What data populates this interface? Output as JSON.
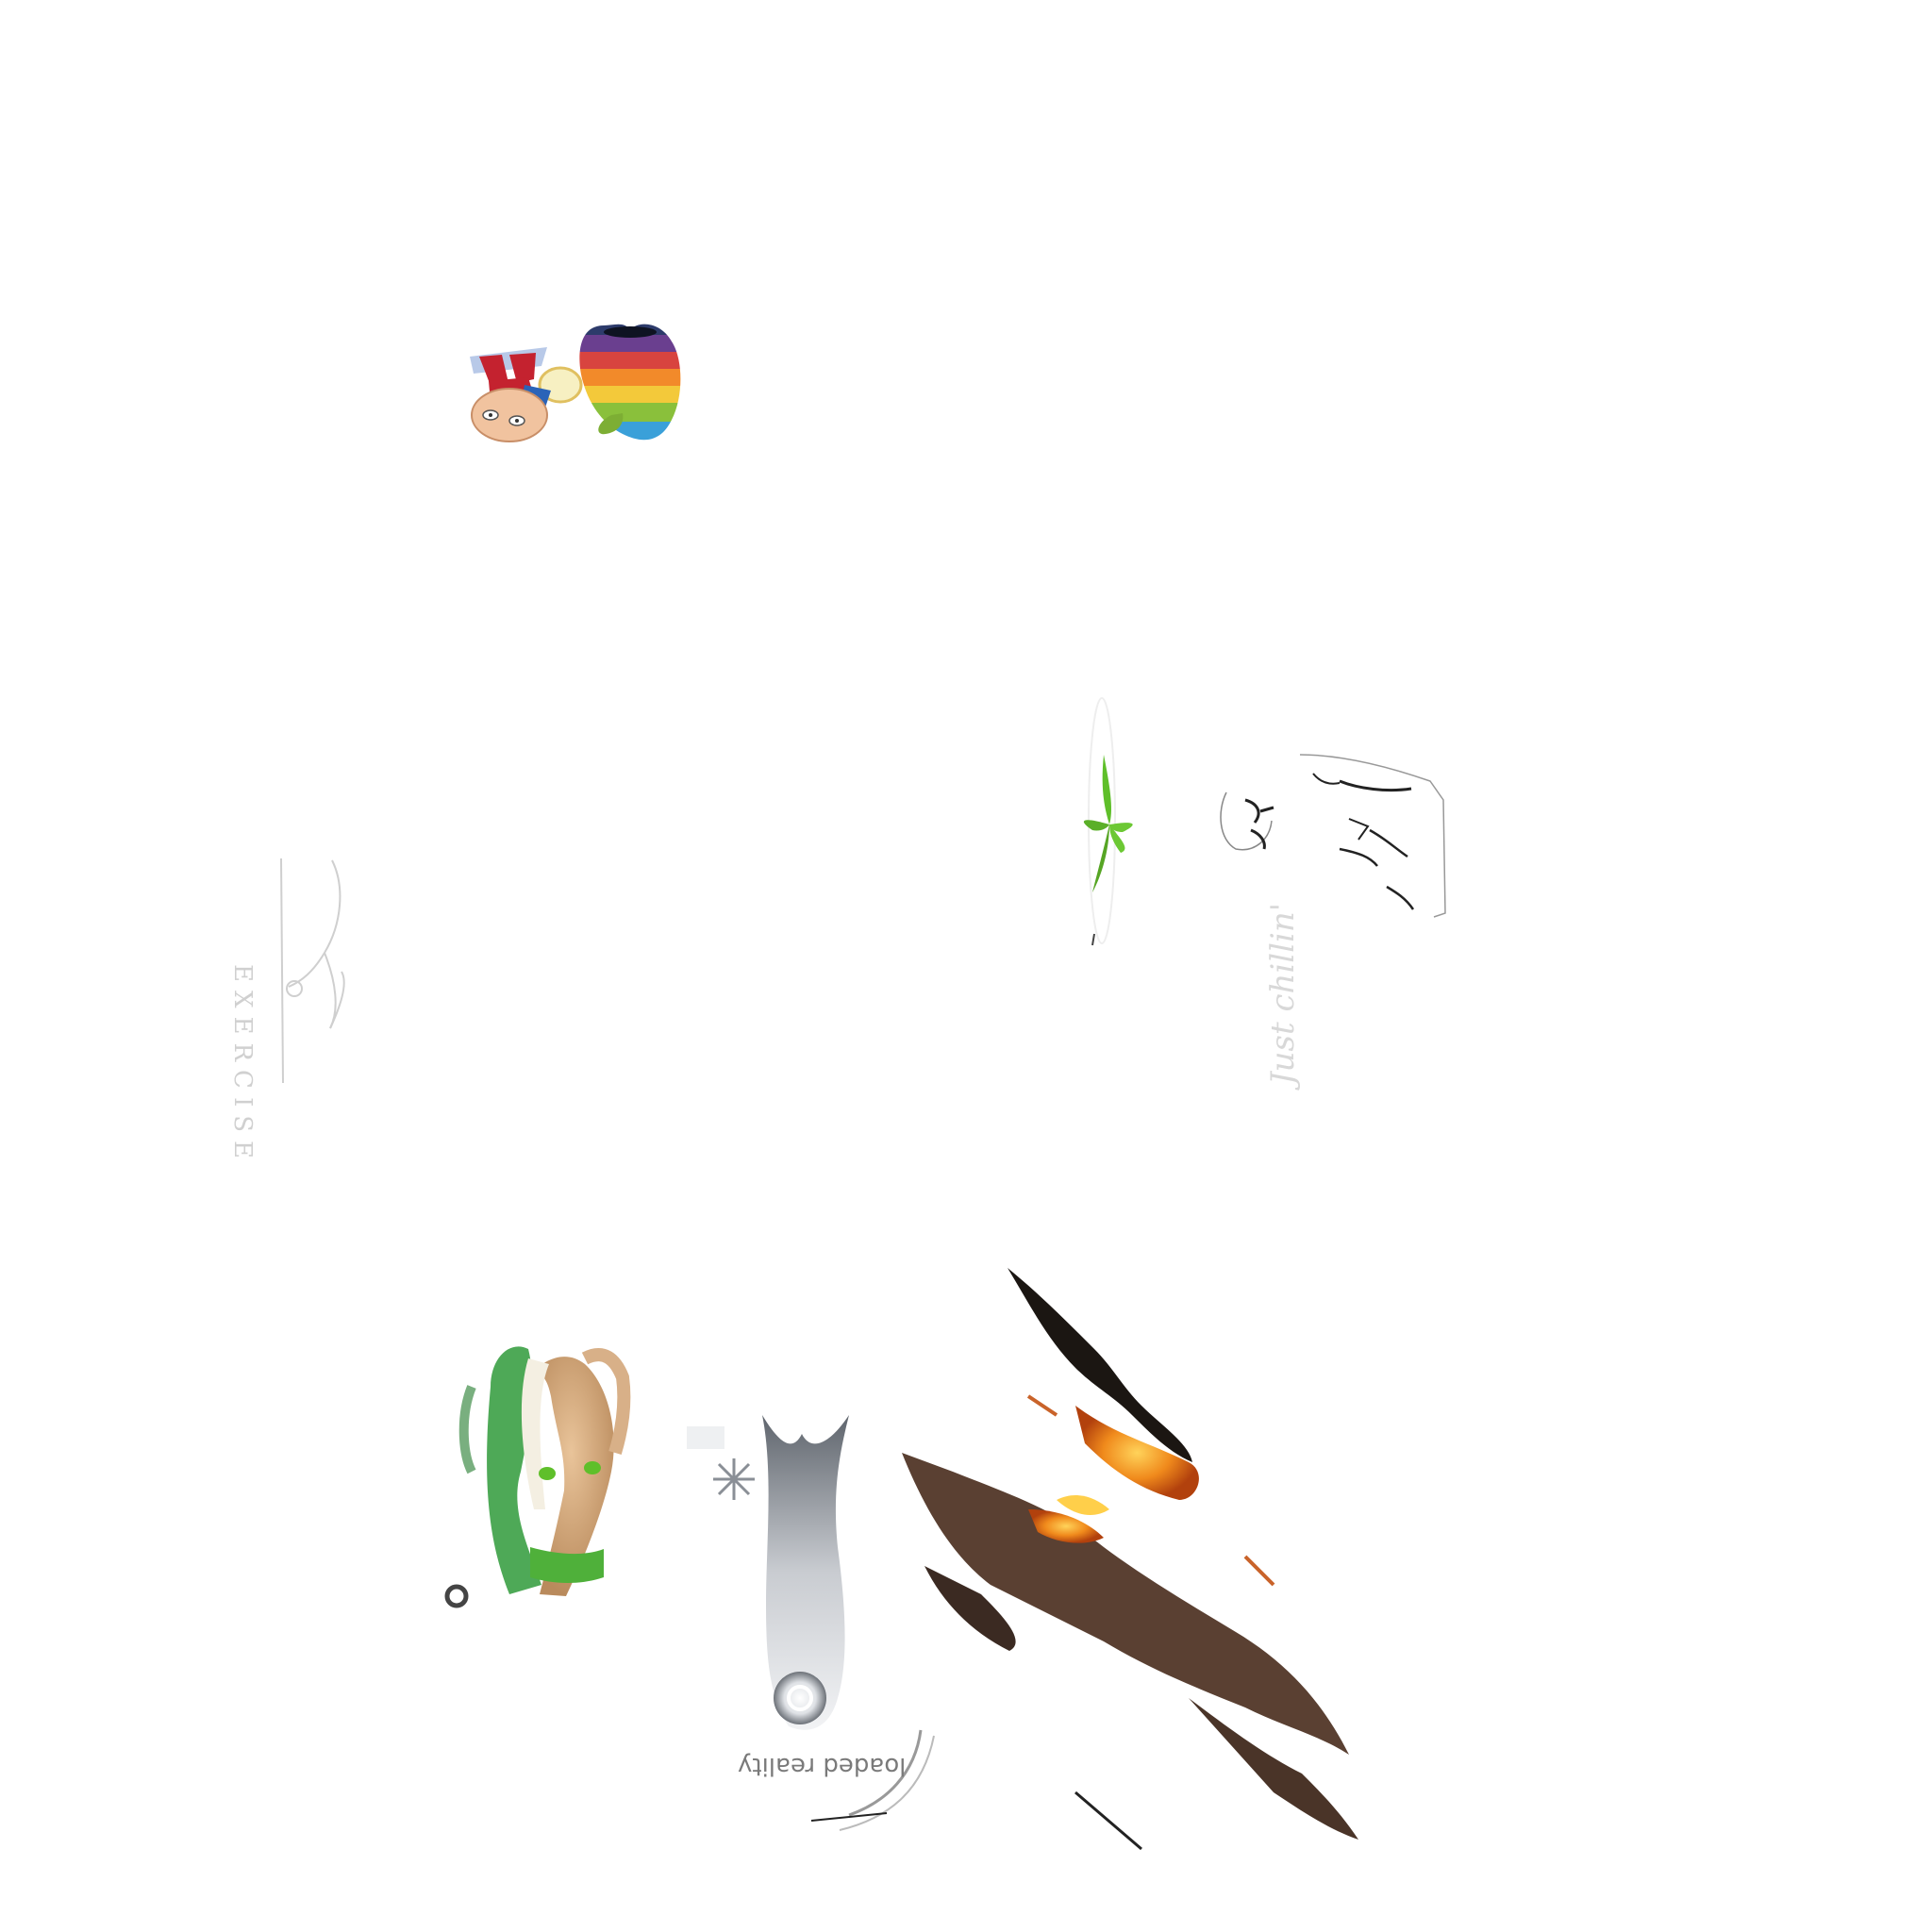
{
  "canvas": {
    "background": "#ffffff"
  },
  "texts": {
    "exercise": "EXERCISE",
    "chillin": "Just chillin'",
    "loaded": "loaded reality"
  },
  "colors": {
    "leaf_green": "#5fbf2a",
    "fire_orange": "#f08a1c",
    "smoke_brown": "#5a4032",
    "rainbow": [
      "#2d3b6b",
      "#6a3f8f",
      "#d8443f",
      "#f28a2a",
      "#f3c93a",
      "#8ac03b",
      "#3aa0d9"
    ]
  },
  "icons": [
    "cartoon-baby-icon",
    "rainbow-apple-icon",
    "leaf-icon",
    "sketch-figure-icon",
    "fantasy-woman-image",
    "glowing-light-icon",
    "burning-smoke-image"
  ]
}
